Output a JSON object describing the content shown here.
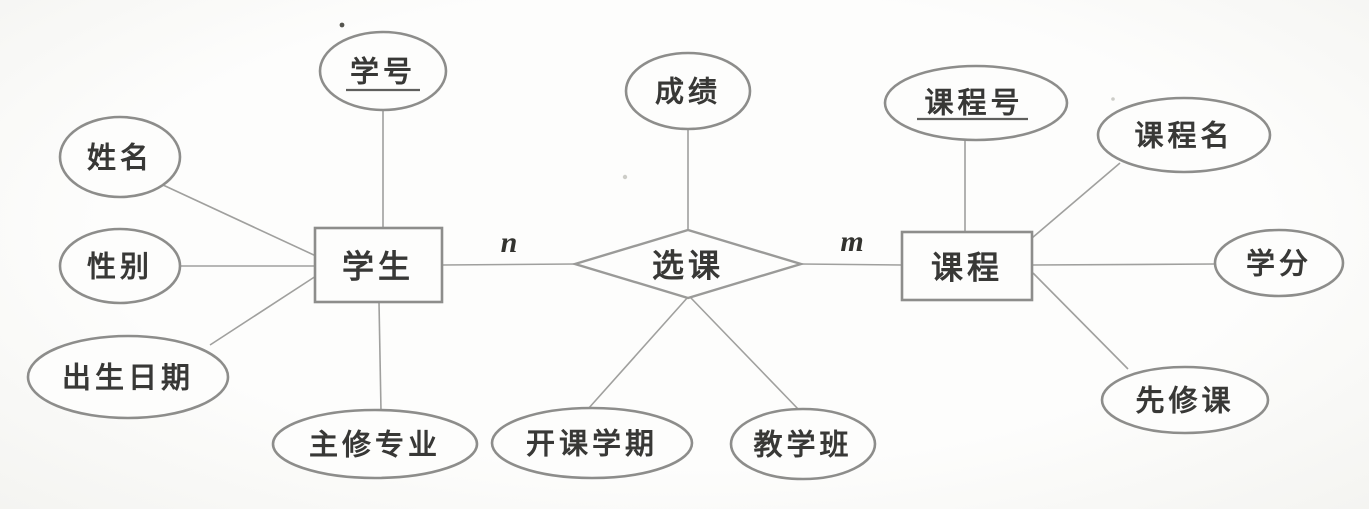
{
  "diagram": {
    "type": "entity-relationship-diagram",
    "entities": [
      {
        "id": "student",
        "label": "学生",
        "attributes": [
          {
            "label": "学号",
            "key": true
          },
          {
            "label": "姓名",
            "key": false
          },
          {
            "label": "性别",
            "key": false
          },
          {
            "label": "出生日期",
            "key": false
          },
          {
            "label": "主修专业",
            "key": false
          }
        ]
      },
      {
        "id": "course",
        "label": "课程",
        "attributes": [
          {
            "label": "课程号",
            "key": true
          },
          {
            "label": "课程名",
            "key": false
          },
          {
            "label": "学分",
            "key": false
          },
          {
            "label": "先修课",
            "key": false
          }
        ]
      }
    ],
    "relationship": {
      "id": "enrollment",
      "label": "选课",
      "attributes": [
        {
          "label": "成绩"
        },
        {
          "label": "开课学期"
        },
        {
          "label": "教学班"
        }
      ],
      "cardinality": {
        "left": "n",
        "right": "m"
      }
    },
    "colors": {
      "background": "#fbfbf9",
      "shape_stroke": "#8d8d8b",
      "line_stroke": "#a0a09e",
      "text": "#383836"
    }
  }
}
